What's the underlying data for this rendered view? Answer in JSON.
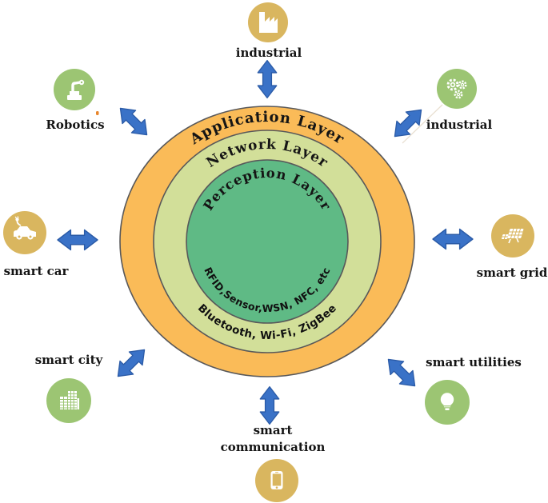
{
  "diagram": {
    "layers": [
      {
        "label": "Application Layer",
        "color": "#FABB58"
      },
      {
        "label": "Network Layer",
        "color": "#D2DF99"
      },
      {
        "label": "Perception Layer",
        "color": "#5FBA85"
      }
    ],
    "perception_tech": "RFID,Sensor,WSN, NFC, etc",
    "network_tech": "Bluetooth, Wi-Fi, ZigBee"
  },
  "nodes": [
    {
      "id": "industrial-top",
      "label": "industrial",
      "icon": "factory-icon"
    },
    {
      "id": "robotics",
      "label": "Robotics",
      "icon": "robot-arm-icon"
    },
    {
      "id": "industrial-right",
      "label": "industrial",
      "icon": "gears-icon"
    },
    {
      "id": "smart-car",
      "label": "smart car",
      "icon": "electric-car-icon"
    },
    {
      "id": "smart-grid",
      "label": "smart grid",
      "icon": "solar-panel-icon"
    },
    {
      "id": "smart-city",
      "label": "smart city",
      "icon": "buildings-icon"
    },
    {
      "id": "smart-utilities",
      "label": "smart utilities",
      "icon": "light-bulb-icon"
    },
    {
      "id": "smart-communication",
      "label_line1": "smart",
      "label_line2": "communication",
      "icon": "smartphone-icon"
    }
  ],
  "colors": {
    "gold_icon": "#D9B65F",
    "green_icon": "#9CC573",
    "arrow": "#3A72C7",
    "arrow_outline": "#2B5BA7",
    "ring_outline": "#58585a",
    "text": "#141414",
    "accent_tick": "#E8862C"
  }
}
